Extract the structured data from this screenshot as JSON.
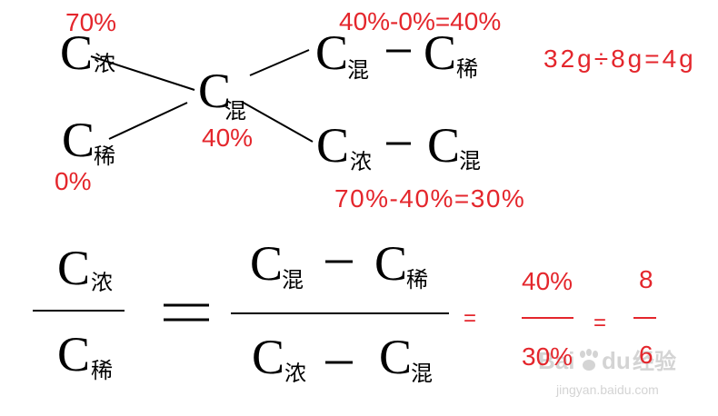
{
  "colors": {
    "ink": "#000000",
    "annotation": "#e4262c",
    "watermark": "#d4d4d4"
  },
  "cross": {
    "concentrated": {
      "symbol": "C",
      "sub": "浓",
      "value": "70%"
    },
    "dilute": {
      "symbol": "C",
      "sub": "稀",
      "value": "0%"
    },
    "mixed": {
      "symbol": "C",
      "sub": "混",
      "value": "40%"
    },
    "top_difference": {
      "minuend": {
        "symbol": "C",
        "sub": "混"
      },
      "subtrahend": {
        "symbol": "C",
        "sub": "稀"
      },
      "calc": "40%-0%=40%"
    },
    "bottom_difference": {
      "minuend": {
        "symbol": "C",
        "sub": "浓"
      },
      "subtrahend": {
        "symbol": "C",
        "sub": "混"
      },
      "calc": "70%-40%=30%"
    },
    "mass_calc": "32g÷8g=4g"
  },
  "formula": {
    "left": {
      "numerator": {
        "symbol": "C",
        "sub": "浓"
      },
      "denominator": {
        "symbol": "C",
        "sub": "稀"
      }
    },
    "middle": {
      "numerator": {
        "minuend": {
          "symbol": "C",
          "sub": "混"
        },
        "subtrahend": {
          "symbol": "C",
          "sub": "稀"
        }
      },
      "denominator": {
        "minuend": {
          "symbol": "C",
          "sub": "浓"
        },
        "subtrahend": {
          "symbol": "C",
          "sub": "混"
        }
      }
    },
    "equals_1": "=",
    "ratio_percent": {
      "numerator": "40%",
      "denominator": "30%"
    },
    "equals_2": "=",
    "ratio_simple": {
      "numerator": "8",
      "denominator": "6"
    }
  },
  "watermark": {
    "brand_a": "Bai",
    "brand_b": "du",
    "brand_c": "经验",
    "url": "jingyan.baidu.com"
  }
}
